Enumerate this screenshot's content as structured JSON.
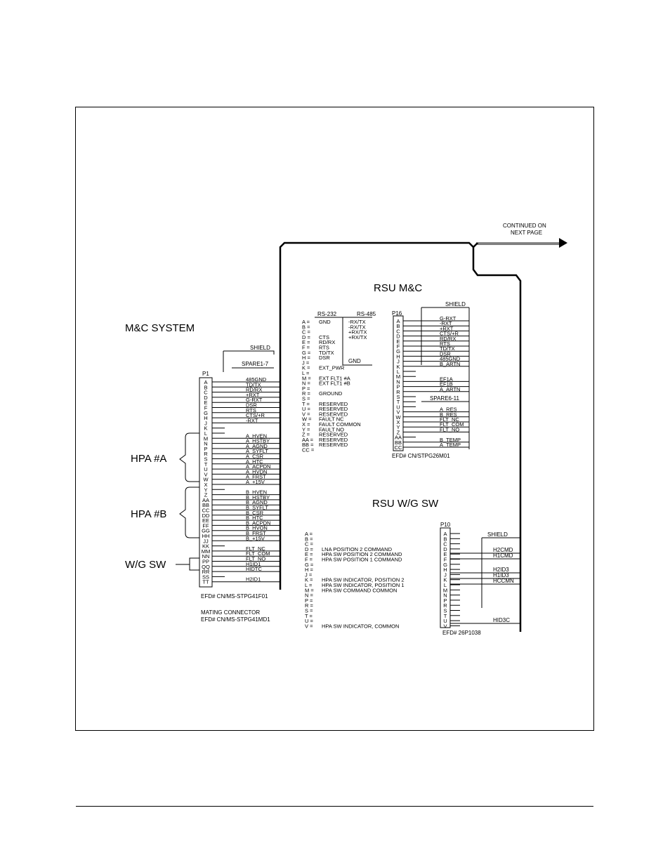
{
  "titles": {
    "mc_system": "M&C SYSTEM",
    "rsu_mc": "RSU M&C",
    "rsu_wg": "RSU W/G SW",
    "hpa_a": "HPA #A",
    "hpa_b": "HPA #B",
    "wg_sw": "W/G SW",
    "continued": [
      "CONTINUED ON",
      "NEXT PAGE"
    ]
  },
  "p1": {
    "label": "P1",
    "pins": [
      "A",
      "B",
      "C",
      "D",
      "E",
      "F",
      "G",
      "H",
      "J",
      "K",
      "L",
      "M",
      "N",
      "P",
      "R",
      "S",
      "T",
      "U",
      "V",
      "W",
      "X",
      "Y",
      "Z",
      "AA",
      "BB",
      "CC",
      "DD",
      "EE",
      "FF",
      "GG",
      "HH",
      "JJ",
      "KK",
      "MM",
      "NN",
      "PP",
      "QQ",
      "RR",
      "SS",
      "TT"
    ],
    "signals": [
      "485GND",
      "TD/TX",
      "RD/RX",
      "+RXT",
      "G-RXT",
      "DSR",
      "RTS",
      "CTS/+R",
      "-RXT",
      "",
      "",
      "A_HVEN",
      "A_HSTBY",
      "A_AGND",
      "A_SYFLT",
      "A_CSR",
      "A_HTC",
      "A_ACPDN",
      "A_HVDN",
      "A_FRST",
      "A_+15V",
      "",
      "B_HVEN",
      "B_HSTBY",
      "B_AGND",
      "B_SYFLT",
      "B_CSR",
      "B_HTC",
      "B_ACPDN",
      "B_HVON",
      "B_FRST",
      "B_+15V",
      "",
      "FLT_NC",
      "FLT_COM",
      "FLT_NO",
      "H1ID1",
      "HIDTC",
      "",
      "H2ID1"
    ],
    "shield": "SHIELD",
    "spare": "SPARE1-7",
    "part": "EFD# CN/MS-STPG41F01",
    "mating": [
      "MATING CONNECTOR",
      "EFD# CN/MS-STPG41MD1"
    ]
  },
  "middle": {
    "rs232": "RS-232",
    "rs485": "RS-485",
    "pins": [
      "A",
      "B",
      "C",
      "D",
      "E",
      "F",
      "G",
      "H",
      "J",
      "K",
      "L",
      "M",
      "N",
      "P",
      "R",
      "S",
      "T",
      "U",
      "V",
      "W",
      "X",
      "Y",
      "Z",
      "AA",
      "BB",
      "CC"
    ],
    "rs232_signals": [
      "GND",
      "",
      "",
      "CTS",
      "RD/RX",
      "RTS",
      "TD/TX",
      "DSR"
    ],
    "rs485_signals": [
      "-RX/TX",
      "-RX/TX",
      "+RX/TX",
      "+RX/TX"
    ],
    "gnd": "GND",
    "others": [
      "",
      "",
      "",
      "",
      "",
      "",
      "",
      "",
      "",
      "EXT_PWR",
      "",
      "EXT FLT1 #A",
      "EXT FLT1 #B",
      "",
      "GROUND",
      "",
      "RESERVED",
      "RESERVED",
      "RESERVED",
      "FAULT NC",
      "FAULT COMMON",
      "FAULT NO",
      "RESERVED",
      "RESERVED",
      "RESERVED"
    ]
  },
  "p16": {
    "label": "P16",
    "pins": [
      "A",
      "B",
      "C",
      "D",
      "E",
      "F",
      "G",
      "H",
      "J",
      "K",
      "L",
      "M",
      "N",
      "P",
      "R",
      "S",
      "T",
      "U",
      "V",
      "W",
      "X",
      "Y",
      "Z",
      "AA",
      "BB",
      "CC"
    ],
    "signals": [
      "G-RXT",
      "-RXT",
      "+RXT",
      "CTS/+R",
      "RD/RX",
      "RTS",
      "TD/TX",
      "DSR",
      "485GND",
      "B_ARTN",
      "",
      "",
      "EF1A",
      "EF1B",
      "A_ARTN",
      "",
      "",
      "",
      "A_RES",
      "B_RES",
      "FLT_NC",
      "FLT_COM",
      "FLT_NO",
      "",
      "B_TEMP",
      "A_TEMP"
    ],
    "shield": "SHIELD",
    "spare": "SPARE6-11",
    "part": "EFD# CN/STPG26M01"
  },
  "wg": {
    "pins": [
      "A",
      "B",
      "C",
      "D",
      "E",
      "F",
      "G",
      "H",
      "J",
      "K",
      "L",
      "M",
      "N",
      "P",
      "R",
      "S",
      "T",
      "U",
      "V"
    ],
    "signals": [
      "",
      "",
      "",
      "LNA POSITION 2 COMMAND",
      "HPA SW POSITION 2 COMMAND",
      "HPA SW POSITION 1 COMMAND",
      "",
      "",
      "",
      "HPA SW INDICATOR, POSITION 2",
      "HPA SW INDICATOR, POSITION 1",
      "HPA SW COMMAND COMMON",
      "",
      "",
      "",
      "",
      "",
      "",
      "HPA SW INDICATOR, COMMON"
    ]
  },
  "p10": {
    "label": "P10",
    "pins": [
      "A",
      "B",
      "C",
      "D",
      "E",
      "F",
      "G",
      "H",
      "J",
      "K",
      "L",
      "M",
      "N",
      "P",
      "R",
      "S",
      "T",
      "U",
      "V"
    ],
    "shield": "SHIELD",
    "signals": [
      "H2CMD",
      "H1CMD",
      "H2ID3",
      "H1ID3",
      "HCCMN",
      "HID3C"
    ],
    "part": "EFD# 26P1038"
  }
}
